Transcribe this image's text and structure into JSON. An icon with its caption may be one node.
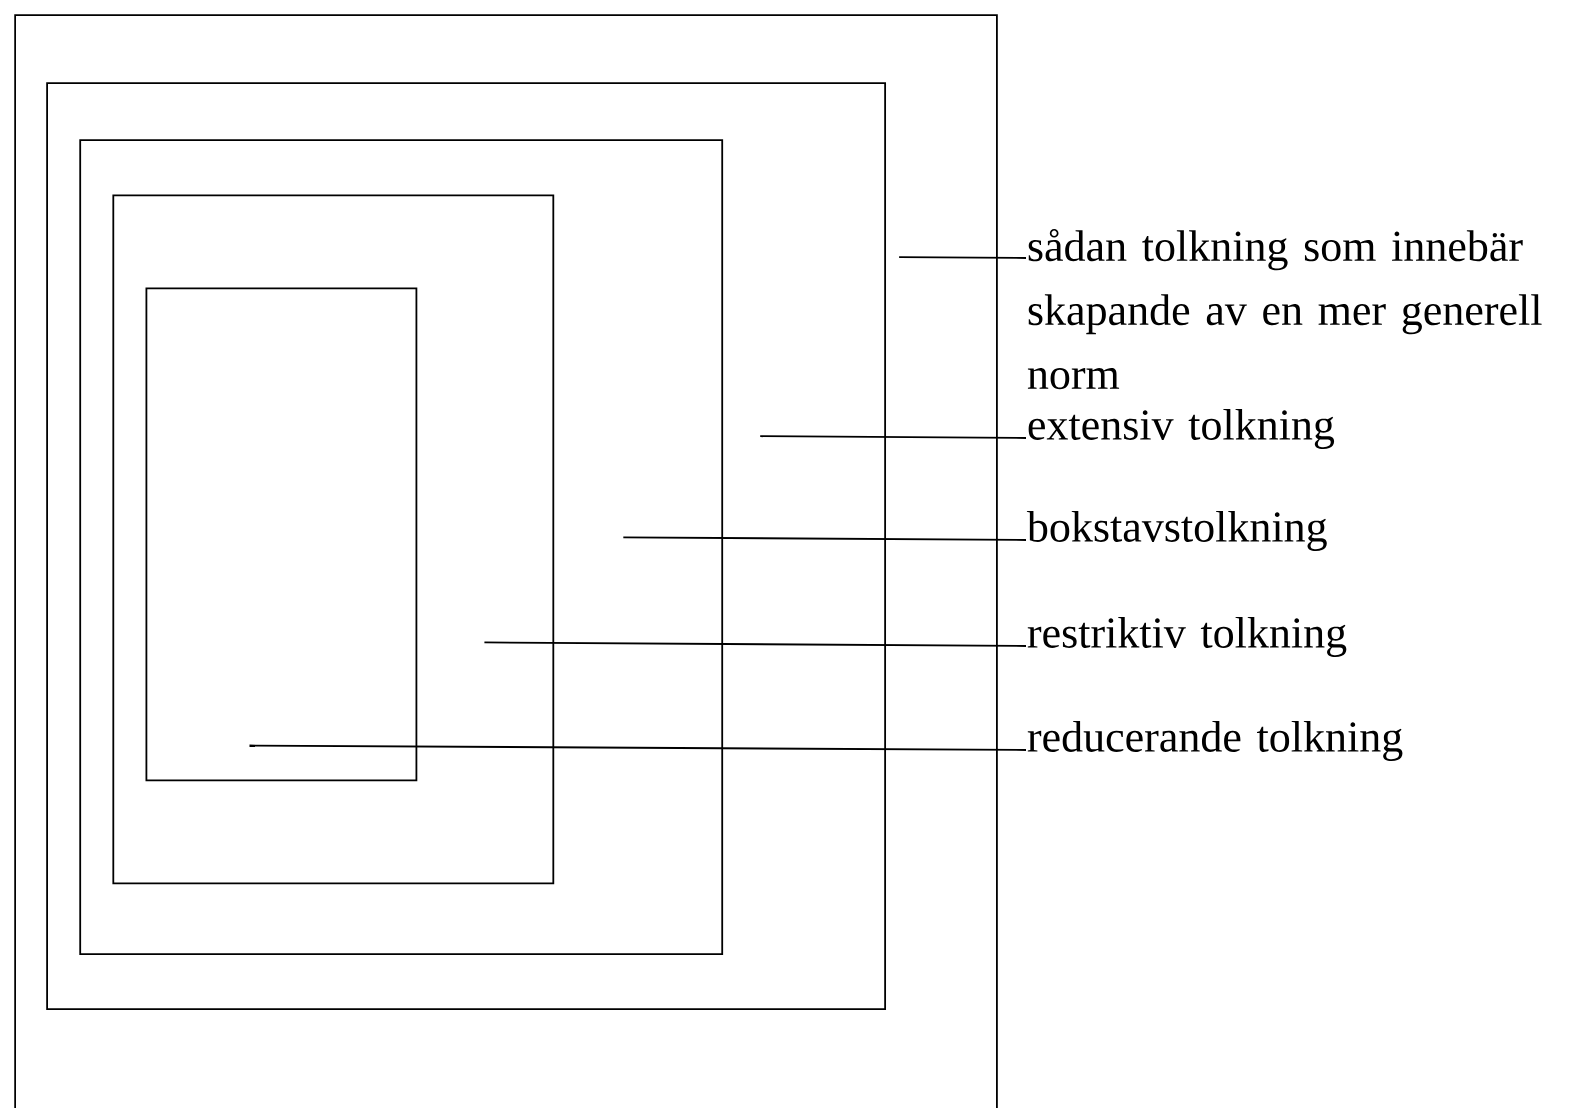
{
  "diagram": {
    "nodes": [
      {
        "text": [],
        "shape": "box"
      },
      {
        "text": [],
        "shape": "box",
        "in": 0
      },
      {
        "text": [],
        "shape": "box",
        "in": 1
      },
      {
        "text": [],
        "shape": "box",
        "in": 2
      },
      {
        "text": [],
        "shape": "box",
        "in": 3
      },
      {
        "text": [
          "sådan tolkning som innebär skapande av en mer generell norm"
        ]
      },
      {
        "text": [
          "extensiv tolkning"
        ]
      },
      {
        "text": [
          "bokstavstolkning"
        ]
      },
      {
        "text": [
          "restriktiv tolkning"
        ]
      },
      {
        "text": [
          "reducerande tolkning"
        ]
      }
    ],
    "edges": [
      {
        "from": 5,
        "to": 0,
        "arrow": "none"
      },
      {
        "from": 6,
        "to": 1,
        "arrow": "none"
      },
      {
        "from": 7,
        "to": 2,
        "arrow": "none"
      },
      {
        "from": 8,
        "to": 3,
        "arrow": "none"
      },
      {
        "from": 9,
        "to": 4,
        "arrow": "none"
      }
    ]
  }
}
